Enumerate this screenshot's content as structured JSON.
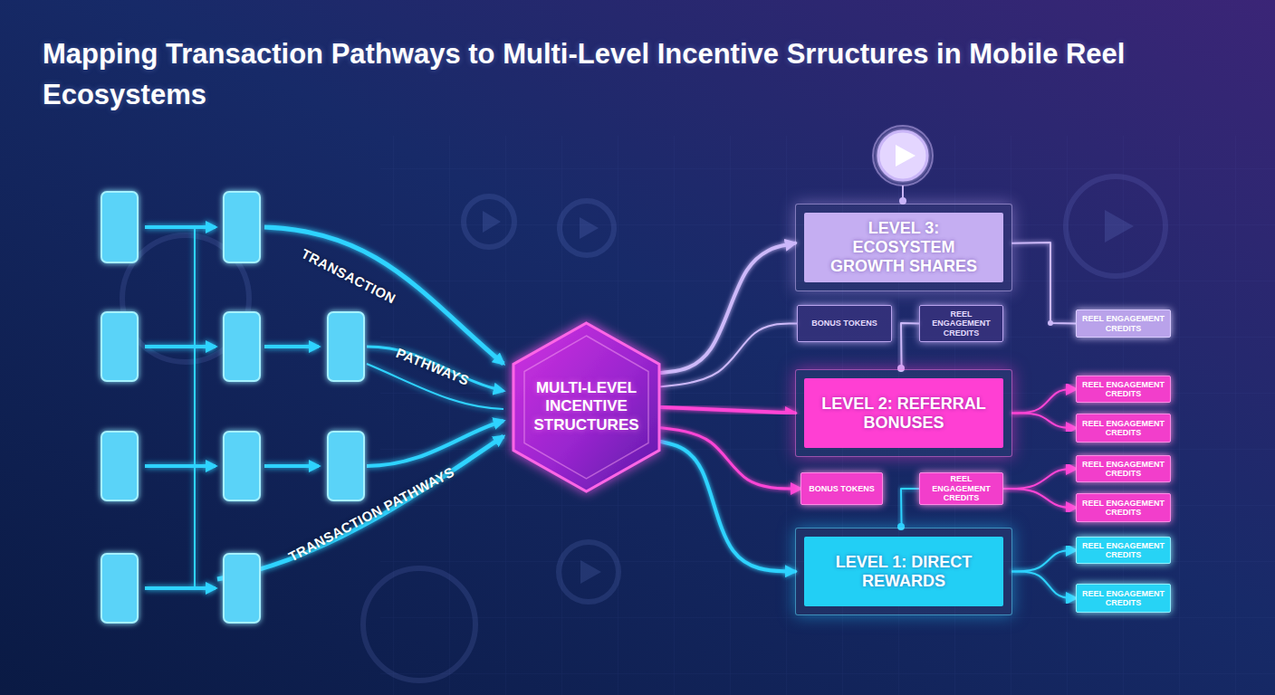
{
  "diagram": {
    "title": "Mapping Transaction Pathways to Multi-Level Incentive Srructures in Mobile Reel Ecosystems",
    "nodes": [
      {
        "text": [
          "MULTI-LEVEL INCENTIVE STRUCTURES"
        ]
      },
      {
        "text": [
          "LEVEL 3: ECOSYSTEM GROWTH SHARES"
        ]
      },
      {
        "text": [
          "BONUS TOKENS"
        ]
      },
      {
        "text": [
          "REEL ENGAGEMENT CREDITS"
        ]
      },
      {
        "text": [
          "REEL ENGAGEMENT CREDITS"
        ]
      },
      {
        "text": [
          "LEVEL 2: REFERRAL BONUSES"
        ]
      },
      {
        "text": [
          "REEL ENGAGEMENT CREDITS"
        ]
      },
      {
        "text": [
          "REEL ENGAGEMENT CREDITS"
        ]
      },
      {
        "text": [
          "BONUS TOKENS"
        ]
      },
      {
        "text": [
          "REEL ENGAGEMENT CREDITS"
        ]
      },
      {
        "text": [
          "REEL ENGAGEMENT CREDITS"
        ]
      },
      {
        "text": [
          "REEL ENGAGEMENT CREDITS"
        ]
      },
      {
        "text": [
          "LEVEL 1: DIRECT REWARDS"
        ]
      },
      {
        "text": [
          "REEL ENGAGEMENT CREDITS"
        ]
      },
      {
        "text": [
          "REEL ENGAGEMENT CREDITS"
        ]
      }
    ],
    "edges": [
      {
        "from": 0,
        "to": 1,
        "arrow": "to"
      },
      {
        "from": 0,
        "to": 2,
        "arrow": "none"
      },
      {
        "from": 0,
        "to": 5,
        "arrow": "to"
      },
      {
        "from": 0,
        "to": 8,
        "arrow": "to"
      },
      {
        "from": 0,
        "to": 12,
        "arrow": "to"
      },
      {
        "from": 2,
        "to": 3,
        "arrow": "none"
      },
      {
        "from": 1,
        "to": 4,
        "arrow": "none"
      },
      {
        "from": 3,
        "to": 4,
        "arrow": "none"
      },
      {
        "from": 3,
        "to": 5,
        "arrow": "none"
      },
      {
        "from": 5,
        "to": 6,
        "arrow": "to"
      },
      {
        "from": 5,
        "to": 7,
        "arrow": "to"
      },
      {
        "from": 8,
        "to": 9,
        "arrow": "to"
      },
      {
        "from": 9,
        "to": 10,
        "arrow": "to"
      },
      {
        "from": 9,
        "to": 11,
        "arrow": "to"
      },
      {
        "from": 9,
        "to": 12,
        "arrow": "none"
      },
      {
        "from": 12,
        "to": 13,
        "arrow": "to"
      },
      {
        "from": 12,
        "to": 14,
        "arrow": "to"
      }
    ],
    "labels": [
      "TRANSACTION",
      "PATHWAYS",
      "TRANSACTION PATHWAYS"
    ]
  }
}
